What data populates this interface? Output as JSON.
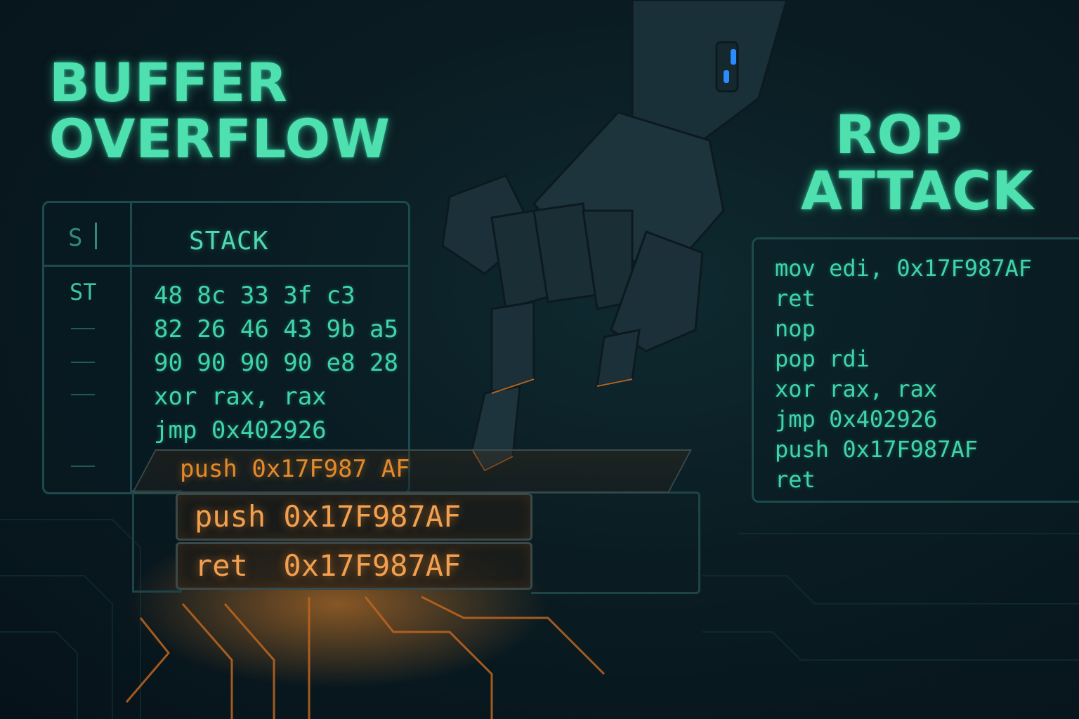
{
  "buffer_overflow": {
    "title_line1": "BUFFER",
    "title_line2": "OVERFLOW",
    "stack_panel": {
      "col_s": "S",
      "header": "STACK",
      "col_st": "ST",
      "lines": [
        "48 8c 33 3f c3",
        "82 26 46 43 9b a5",
        "90 90 90 90 e8 28",
        "xor rax, rax",
        "jmp 0x402926"
      ]
    },
    "slab_text": "push 0x17F987 AF",
    "payload_boxes": [
      "push 0x17F987AF",
      "ret  0x17F987AF"
    ]
  },
  "rop_attack": {
    "title_line1": "ROP",
    "title_line2": "ATTACK",
    "lines": [
      "mov edi, 0x17F987AF",
      "ret",
      "nop",
      "pop rdi",
      "xor rax, rax",
      "jmp 0x402926",
      "push 0x17F987AF",
      "ret"
    ]
  },
  "colors": {
    "accent_green": "#4fe0b0",
    "accent_orange": "#f0a050",
    "background": "#0a1c22",
    "led_blue": "#2a8cff"
  },
  "icons": [
    "robot-hand-icon",
    "circuit-traces-icon"
  ]
}
